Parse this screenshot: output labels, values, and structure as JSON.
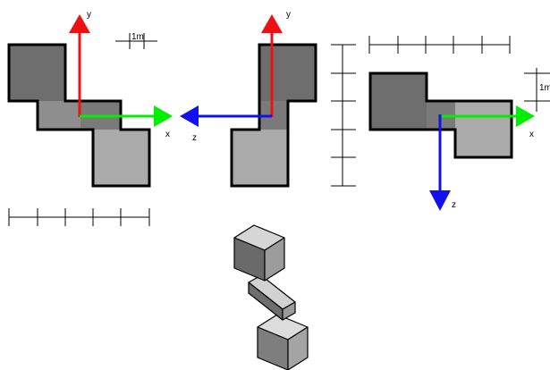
{
  "views": {
    "front": {
      "axis_x": "x",
      "axis_y": "y",
      "scale": "1m"
    },
    "side": {
      "axis_z": "z",
      "axis_y": "y"
    },
    "top": {
      "axis_x": "x",
      "axis_z": "z",
      "scale": "1m"
    }
  },
  "colors": {
    "outline": "#000000",
    "face_dark": "#6e6e6e",
    "face_mid": "#8e8e8e",
    "face_light": "#aaaaaa",
    "axis_x": "#00ee00",
    "axis_y": "#ee1111",
    "axis_z": "#1111ee"
  },
  "icons": [
    "x-axis-arrow-icon",
    "y-axis-arrow-icon",
    "z-axis-arrow-icon"
  ]
}
